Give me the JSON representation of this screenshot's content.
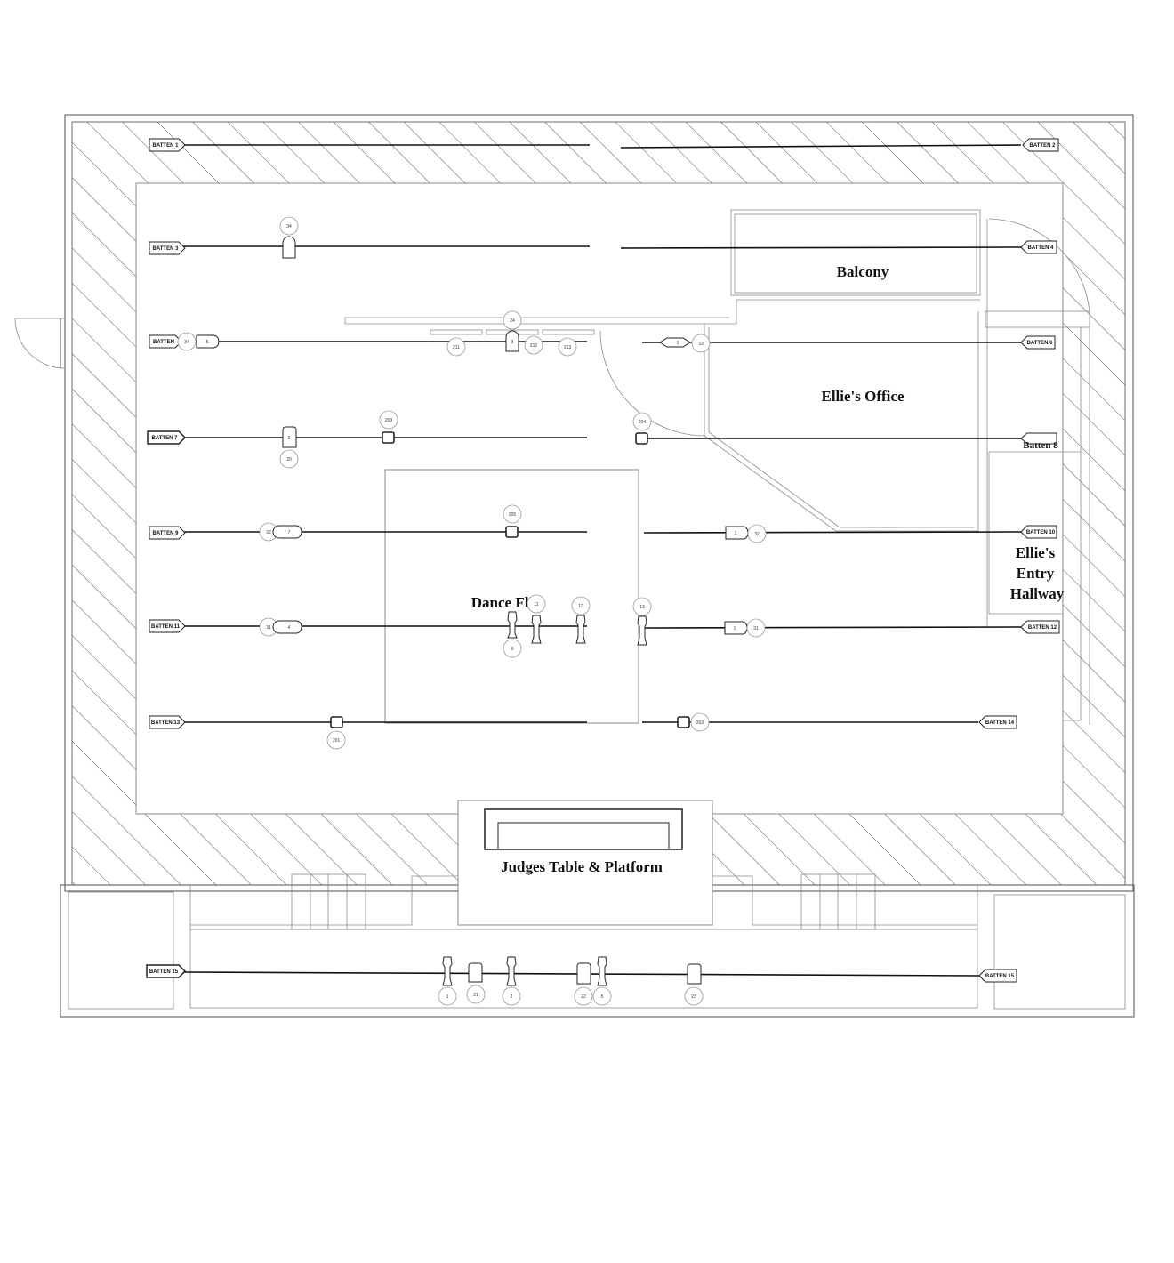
{
  "rooms": {
    "balcony": "Balcony",
    "office": "Ellie's Office",
    "entry": [
      "Ellie's",
      "Entry",
      "Hallway"
    ],
    "dance_floor": "Dance Fl  r",
    "judges": "Judges Table & Platform",
    "batten8_label": "Batten 8"
  },
  "batten_tags": {
    "b1": "BATTEN 1",
    "b2": "BATTEN 2",
    "b3": "BATTEN 3",
    "b4": "BATTEN 4",
    "b5": "BATTEN",
    "b6": "BATTEN 6",
    "b7": "BATTEN 7",
    "b9": "BATTEN 9",
    "b10": "BATTEN 10",
    "b11": "BATTEN 11",
    "b12": "BATTEN 12",
    "b13": "BATTEN 13",
    "b14": "BATTEN 14",
    "b15": "BATTEN 15",
    "b16": "BATTEN 15"
  },
  "unit_numbers": {
    "u34": "34",
    "u24": "24",
    "u34b": "34",
    "u5": "5",
    "u3": "3",
    "u211": "211",
    "u212": "212",
    "u213": "213",
    "u33": "33",
    "u1a": "1",
    "u203": "203",
    "u2a": "2",
    "u20": "20",
    "u204": "204",
    "u205": "205",
    "u32": "32",
    "u7": "7",
    "u1b": "1",
    "u32b": "32",
    "u11": "11",
    "u12": "12",
    "u13": "13",
    "u31": "31",
    "u4": "4",
    "u6": "6",
    "u1c": "1",
    "u31b": "31",
    "u201": "201",
    "u202": "202",
    "u1d": "1",
    "u21": "21",
    "u2b": "2",
    "u22": "22",
    "u5b": "5",
    "u23": "23"
  },
  "colors": {
    "line": "#111111",
    "wall": "#6b6b6b",
    "hatch": "#555555",
    "background": "#ffffff"
  }
}
